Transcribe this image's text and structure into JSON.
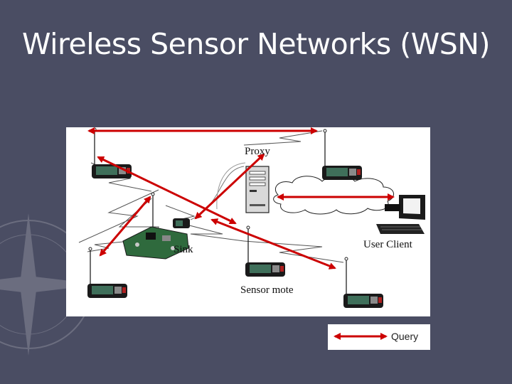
{
  "slide": {
    "title": "Wireless Sensor Networks (WSN)"
  },
  "diagram": {
    "labels": {
      "proxy": "Proxy",
      "sink": "Sink",
      "user_client": "User  Client",
      "sensor_mote": "Sensor mote"
    },
    "legend": {
      "query_label": "Query"
    }
  },
  "colors": {
    "background": "#4a4d63",
    "query_arrow": "#cc0000",
    "cloud": "#ffffff"
  }
}
